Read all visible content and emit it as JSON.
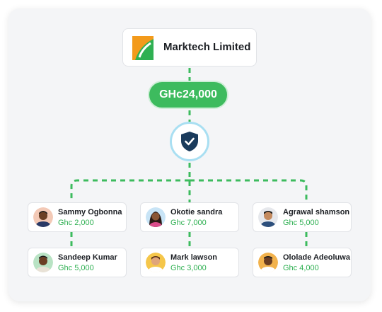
{
  "company": {
    "name": "Marktech Limited",
    "logo_icon": "marktech-logo-icon"
  },
  "total_amount": "GHc24,000",
  "shield_icon": "shield-check-icon",
  "colors": {
    "accent_green": "#3dbb5e",
    "amount_green": "#2fb052",
    "shield_dark": "#1a3b5c",
    "ring_blue": "#a9dff2",
    "logo_orange": "#f39a1b",
    "logo_green": "#2fb052"
  },
  "recipients": [
    {
      "name": "Sammy Ogbonna",
      "amount": "Ghc 2,000"
    },
    {
      "name": "Okotie sandra",
      "amount": "Ghc 7,000"
    },
    {
      "name": "Agrawal shamson",
      "amount": "Ghc 5,000"
    },
    {
      "name": "Sandeep Kumar",
      "amount": "Ghc 5,000"
    },
    {
      "name": "Mark lawson",
      "amount": "Ghc 3,000"
    },
    {
      "name": "Ololade Adeoluwa",
      "amount": "Ghc 4,000"
    }
  ]
}
